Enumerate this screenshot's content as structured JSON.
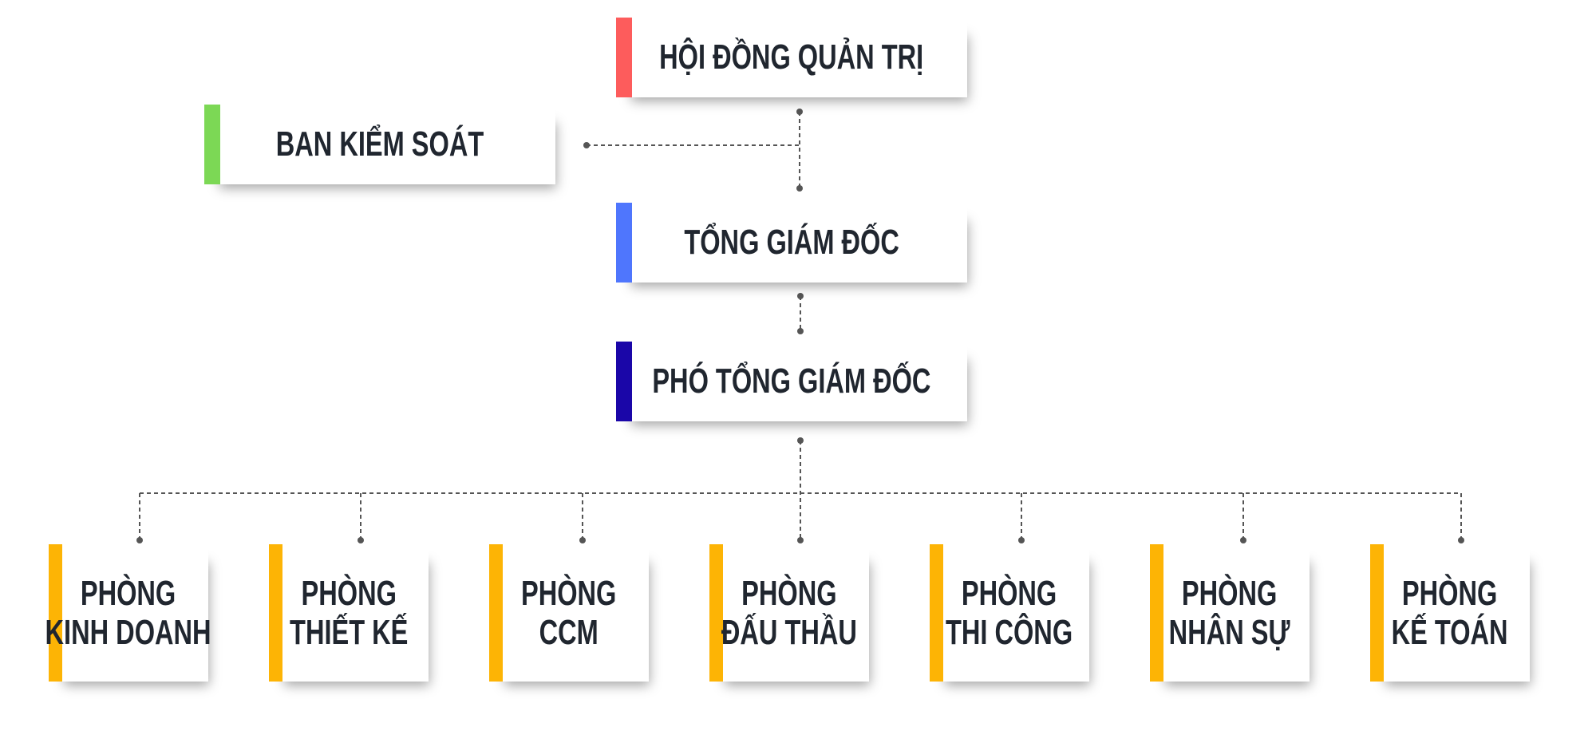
{
  "colors": {
    "board": "#fd5c5c",
    "control": "#7cd855",
    "ceo": "#4f76fd",
    "vice_ceo": "#1a06a8",
    "department": "#fdb405",
    "text": "#20262f",
    "connector": "#555555"
  },
  "top": {
    "board": "HỘI ĐỒNG QUẢN TRỊ",
    "control": "BAN KIỂM SOÁT",
    "ceo": "TỔNG GIÁM ĐỐC",
    "vice_ceo": "PHÓ TỔNG GIÁM ĐỐC"
  },
  "departments": [
    {
      "line1": "PHÒNG",
      "line2": "KINH DOANH"
    },
    {
      "line1": "PHÒNG",
      "line2": "THIẾT KẾ"
    },
    {
      "line1": "PHÒNG",
      "line2": "CCM"
    },
    {
      "line1": "PHÒNG",
      "line2": "ĐẤU THẦU"
    },
    {
      "line1": "PHÒNG",
      "line2": "THI CÔNG"
    },
    {
      "line1": "PHÒNG",
      "line2": "NHÂN SỰ"
    },
    {
      "line1": "PHÒNG",
      "line2": "KẾ TOÁN"
    }
  ]
}
